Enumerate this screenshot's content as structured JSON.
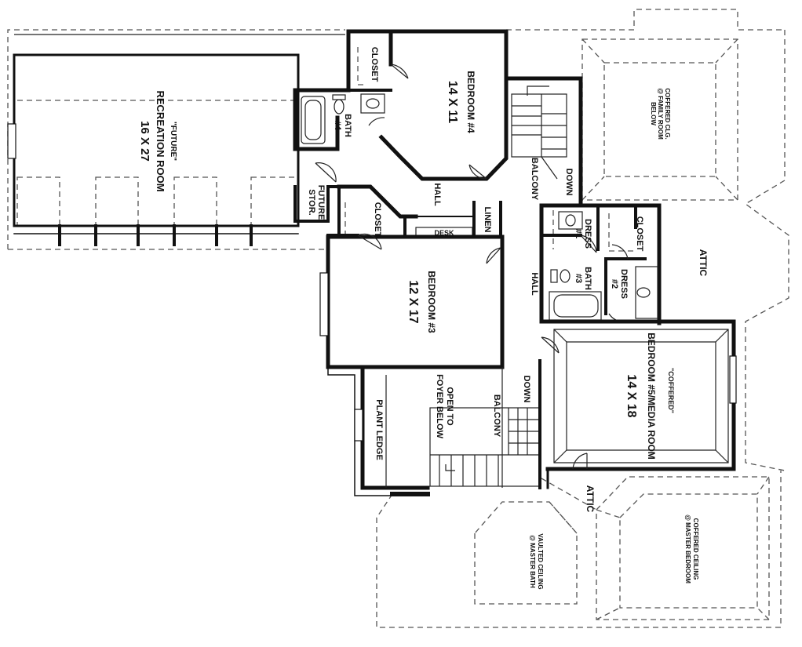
{
  "rooms": {
    "recreation": {
      "line1": "\"FUTURE\"",
      "line2": "RECREATION ROOM",
      "line3": "16 X 27"
    },
    "bedroom4": {
      "name": "BEDROOM #4",
      "size": "14 X 11"
    },
    "bedroom3": {
      "name": "BEDROOM #3",
      "size": "12 X 17"
    },
    "bedroom5": {
      "note": "\"COFFERED\"",
      "name": "BEDROOM #5/MEDIA ROOM",
      "size": "14 X 18"
    },
    "bath4": {
      "name": "BATH",
      "num": "#4"
    },
    "bath3": {
      "name": "BATH",
      "num": "#3"
    },
    "dress1": {
      "name": "DRESS",
      "num": "#1"
    },
    "dress2": {
      "name": "DRESS",
      "num": "#2"
    },
    "closet_top": "CLOSET",
    "closet_b3": "CLOSET",
    "closet_right": "CLOSET",
    "linen": "LINEN",
    "desk": "DESK",
    "future_stor": {
      "line1": "FUTURE",
      "line2": "STOR."
    },
    "plant_ledge": "PLANT LEDGE",
    "open_to": {
      "line1": "OPEN TO",
      "line2": "FOYER BELOW"
    }
  },
  "circulation": {
    "hall_upper": "HALL",
    "hall_mid": "HALL",
    "balcony_upper": "BALCONY",
    "balcony_lower": "BALCONY",
    "down_upper": "DOWN",
    "down_lower": "DOWN"
  },
  "attics": {
    "attic_right": "ATTIC",
    "attic_bottom": "ATTIC"
  },
  "ceiling_notes": {
    "family": {
      "line1": "COFFERED CLG.",
      "line2": "@ FAMILY ROOM",
      "line3": "BELOW"
    },
    "master_bath": {
      "line1": "VAULTED CEILING",
      "line2": "@ MASTER BATH"
    },
    "master_bed": {
      "line1": "COFFERED CEILING",
      "line2": "@ MASTER BEDROOM"
    }
  }
}
